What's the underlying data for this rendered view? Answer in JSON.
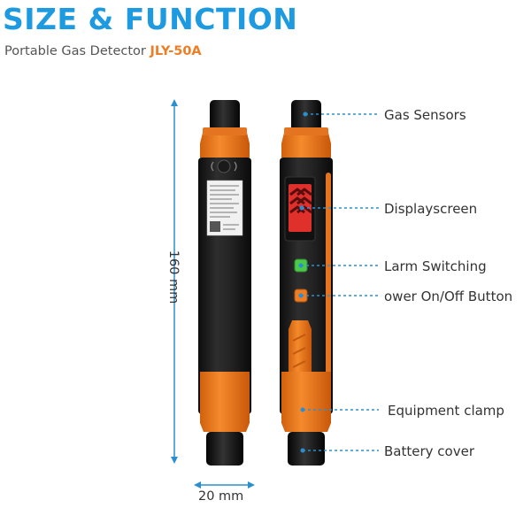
{
  "header": {
    "title": "SIZE & FUNCTION",
    "subtitle_prefix": "Portable Gas Detector ",
    "model": "JLY-50A"
  },
  "dimensions": {
    "height_label": "160 mm",
    "width_label": "20 mm"
  },
  "callouts": [
    {
      "id": "gas-sensors",
      "label": "Gas Sensors"
    },
    {
      "id": "displayscreen",
      "label": "Displayscreen"
    },
    {
      "id": "larm-switching",
      "label": "Larm Switching"
    },
    {
      "id": "power-button",
      "label": "ower On/Off Button"
    },
    {
      "id": "equipment-clamp",
      "label": "Equipment clamp"
    },
    {
      "id": "battery-cover",
      "label": "Battery cover"
    }
  ],
  "colors": {
    "title": "#1e9be0",
    "accent_orange": "#ee7d24",
    "device_body": "#1c1c1c",
    "leader_line": "#2a8fd0",
    "screen_red": "#e0302c",
    "button_green": "#4cc94a"
  }
}
